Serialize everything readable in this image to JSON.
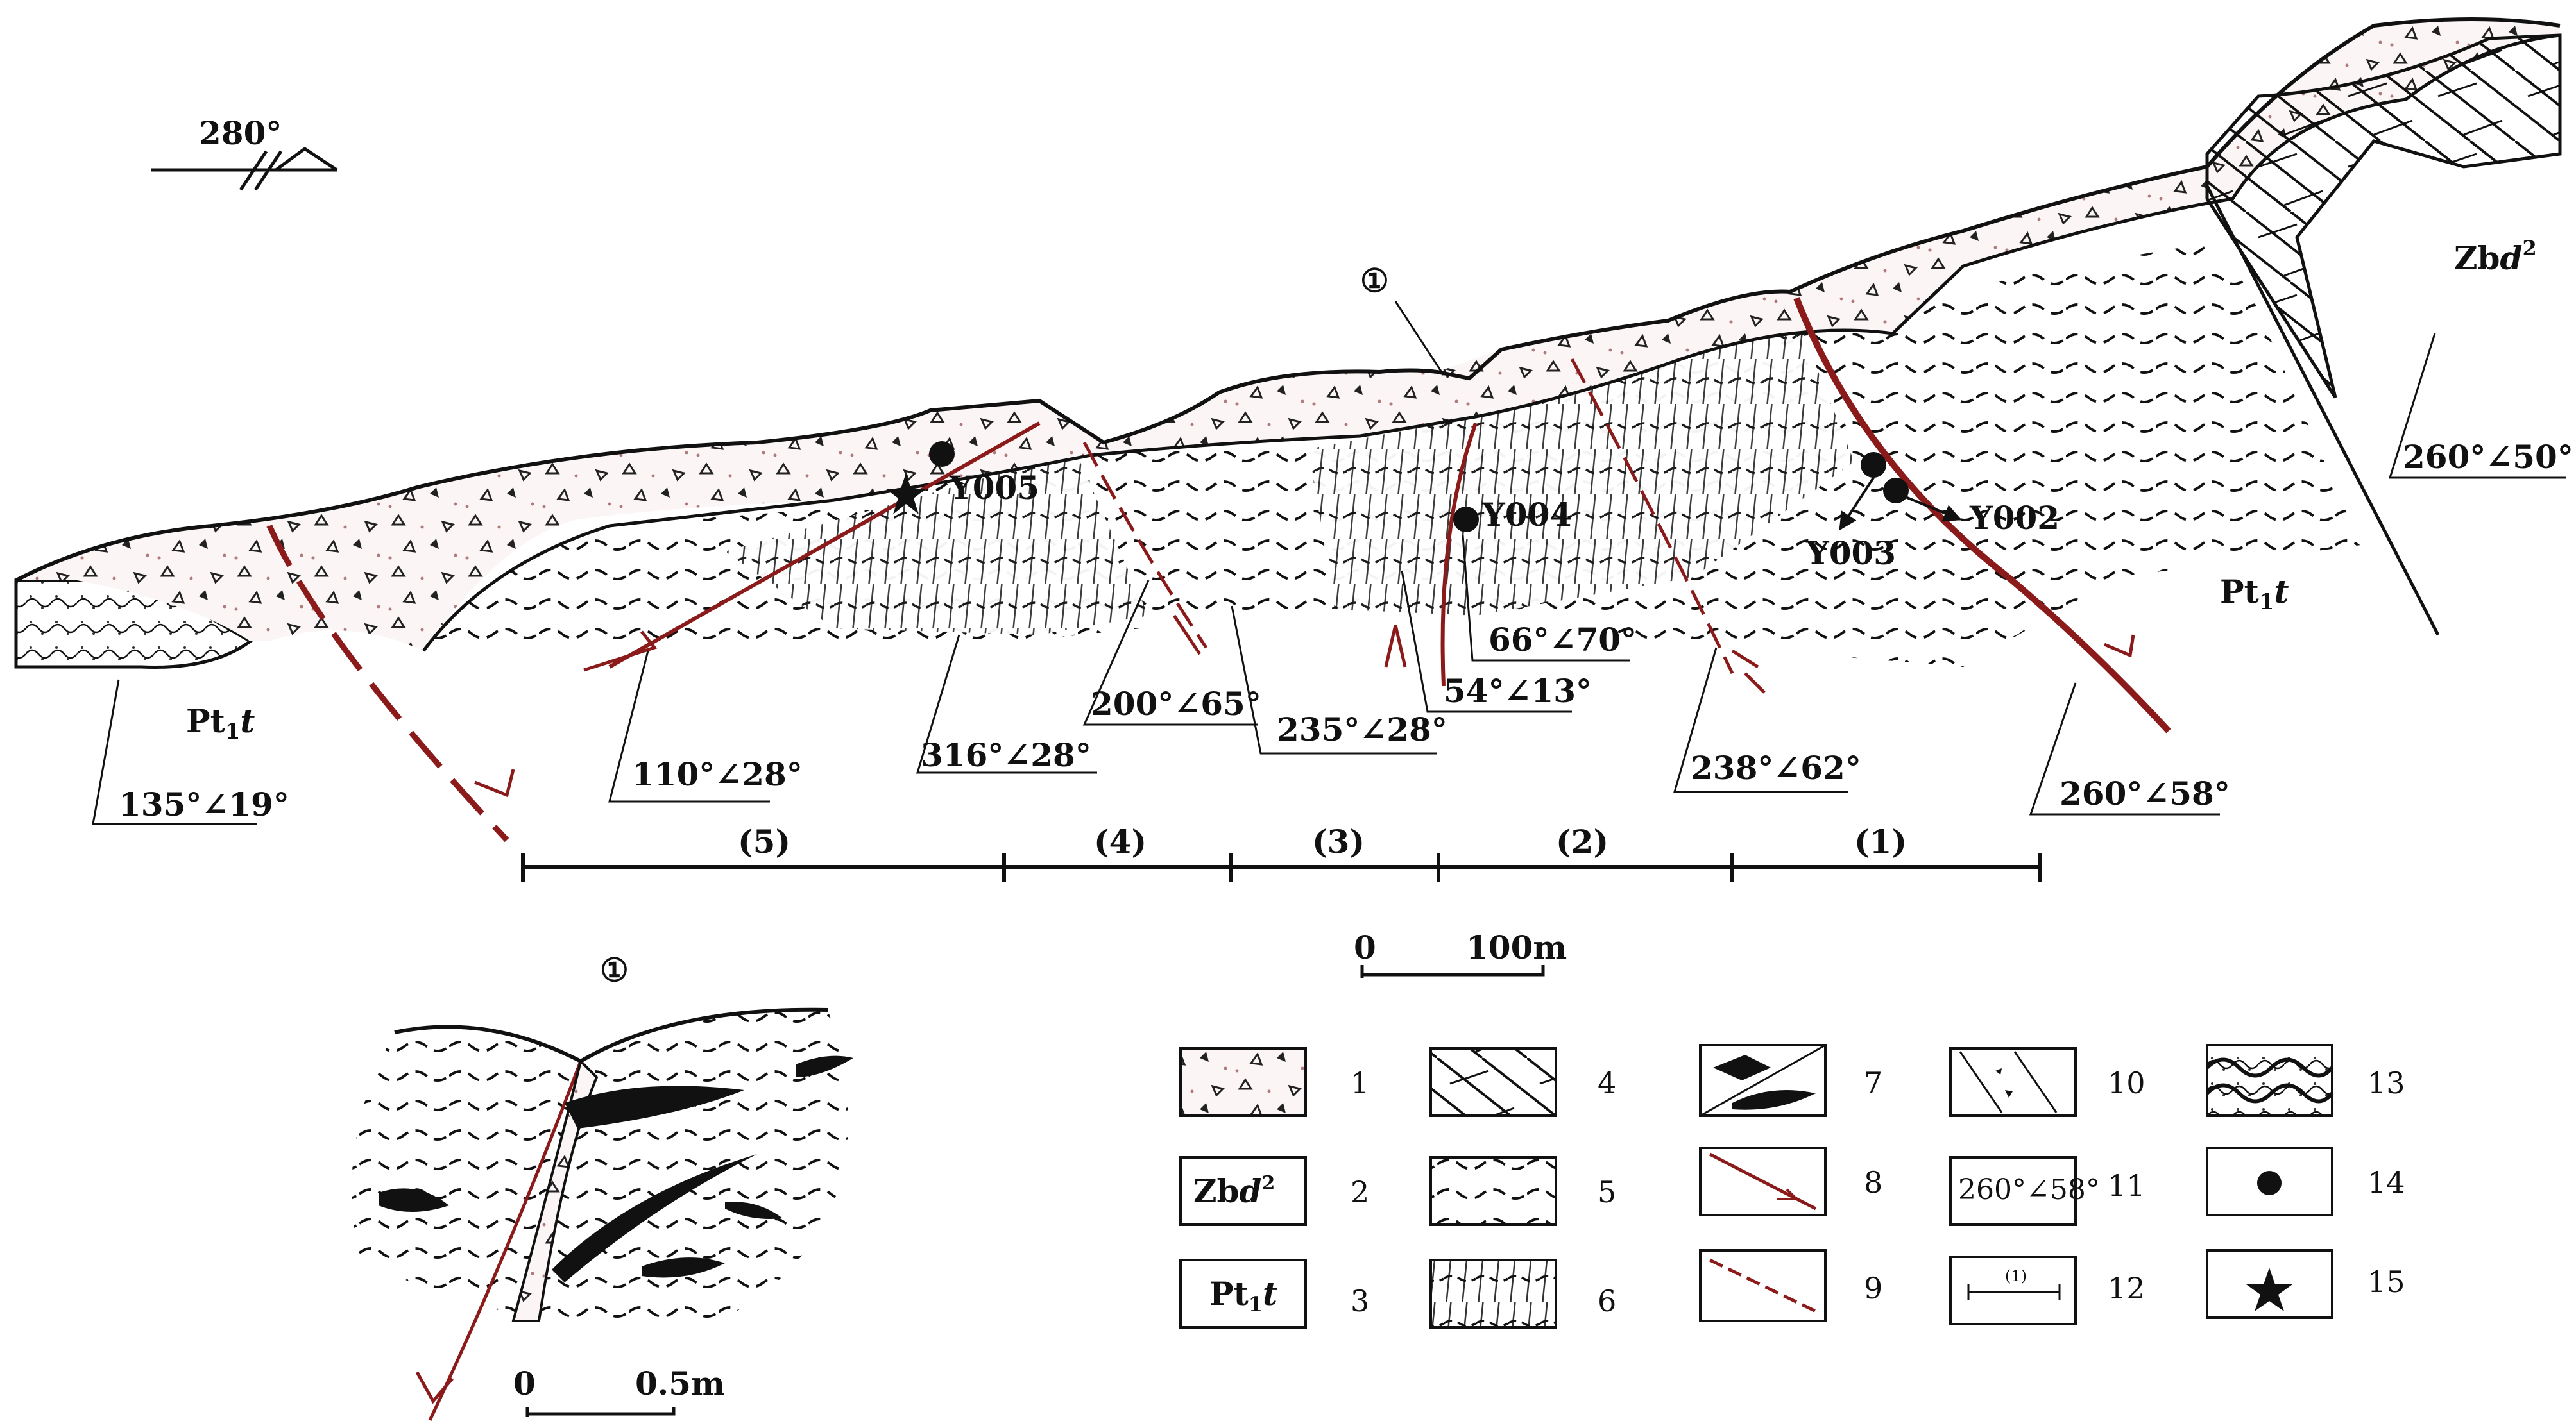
{
  "orientation": {
    "azimuth": "280°"
  },
  "circled_ref": "①",
  "units": {
    "pt1t": {
      "base": "Pt",
      "sub": "1",
      "suffix": "t"
    },
    "zbd2": {
      "base": "Zb",
      "ital": "d",
      "sup": "2"
    }
  },
  "attitudes": [
    "135°∠19°",
    "110°∠28°",
    "316°∠28°",
    "200°∠65°",
    "235°∠28°",
    "54°∠13°",
    "66°∠70°",
    "238°∠62°",
    "260°∠58°",
    "260°∠50°"
  ],
  "samples": [
    "Y005",
    "Y004",
    "Y003",
    "Y002"
  ],
  "zones": [
    "(5)",
    "(4)",
    "(3)",
    "(2)",
    "(1)"
  ],
  "scale_main": {
    "zero": "0",
    "end": "100m"
  },
  "scale_inset": {
    "zero": "0",
    "end": "0.5m"
  },
  "legend": {
    "numbers": [
      "1",
      "2",
      "3",
      "4",
      "5",
      "6",
      "7",
      "8",
      "9",
      "10",
      "11",
      "12",
      "13",
      "14",
      "15"
    ],
    "box11": "260°∠58°",
    "box12": "(1)"
  },
  "colors": {
    "fault": "#8b1a1a",
    "line": "#111111",
    "stipple": "#e8dada"
  }
}
